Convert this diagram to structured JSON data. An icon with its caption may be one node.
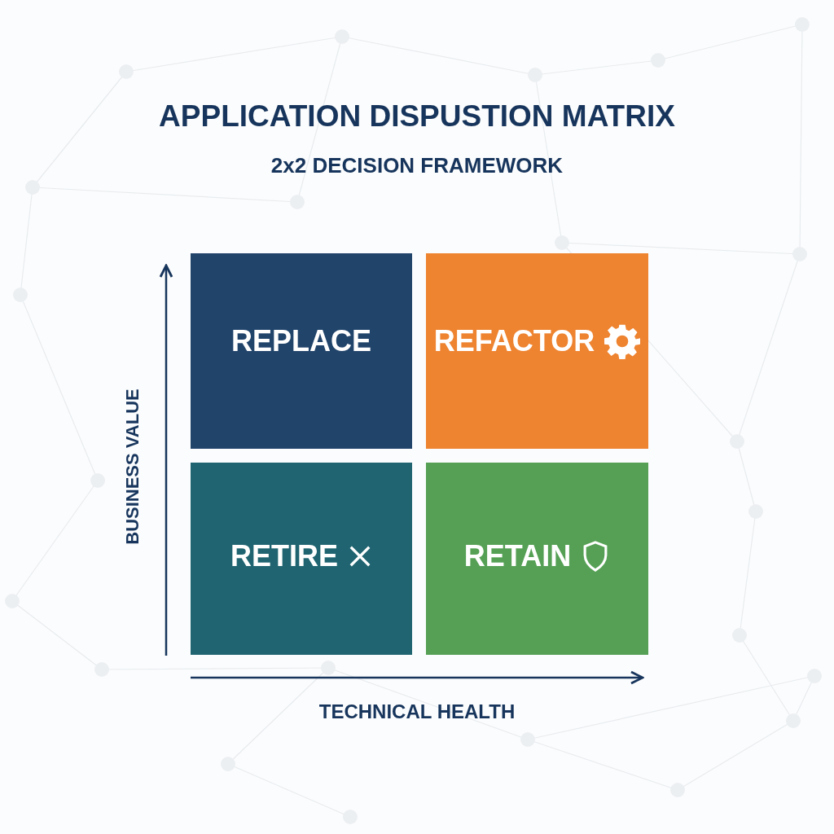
{
  "diagram": {
    "title": "APPLICATION DISPUSTION MATRIX",
    "nodes": [
      {
        "text": [
          "REPLACE"
        ]
      },
      {
        "text": [
          "REFACTOR"
        ]
      },
      {
        "text": [
          "RETIRE"
        ]
      },
      {
        "text": [
          "RETAIN"
        ]
      }
    ],
    "labels": [
      "2x2 DECISION FRAMEWORK",
      "BUSINESS VALUE",
      "TECHNICAL HEALTH"
    ]
  }
}
